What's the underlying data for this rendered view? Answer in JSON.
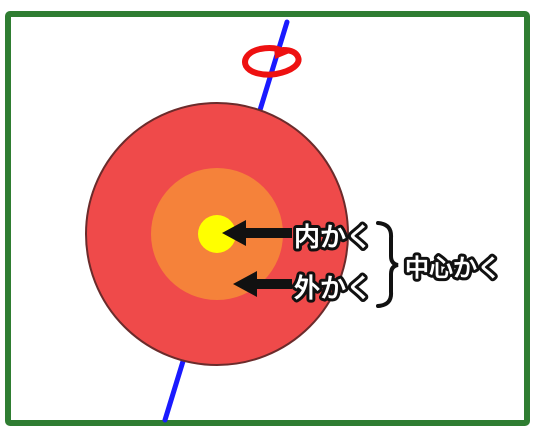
{
  "diagram": {
    "labels": {
      "inner_core": "内かく",
      "outer_core": "外かく",
      "core": "中心かく"
    }
  },
  "colors": {
    "frame": "#2f7d32",
    "background": "#ffffff",
    "axis": "#1a1aff",
    "rotation": "#ee1111",
    "mantle": "#ef4a4a",
    "outer_core": "#f5823a",
    "inner_core": "#ffff00",
    "arrow": "#111111",
    "text_fill": "#ffffff",
    "text_stroke": "#111111"
  },
  "icons": {
    "rotation": "rotation-arrow-icon",
    "arrow": "left-arrow-icon"
  }
}
